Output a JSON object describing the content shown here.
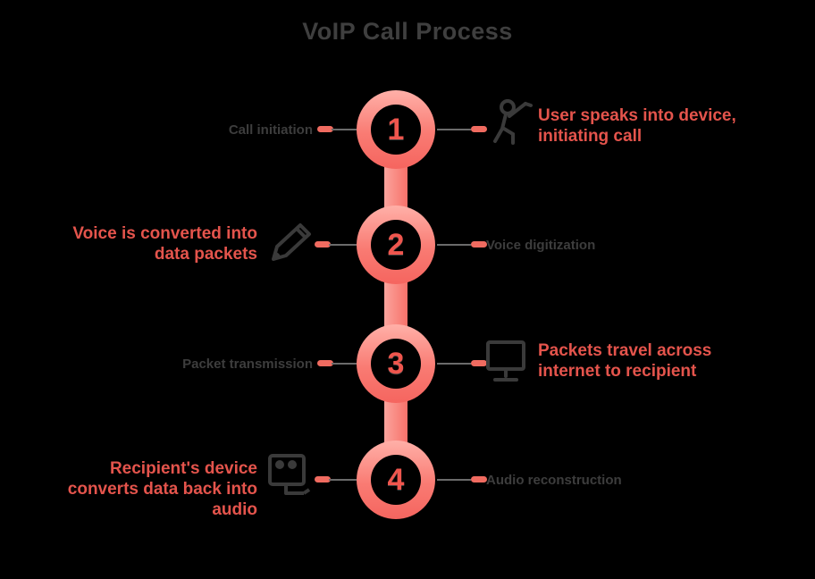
{
  "title": "VoIP Call Process",
  "colors": {
    "accent": "#f8746c",
    "accent_light": "#ffb0a8",
    "text_red": "#e4544c",
    "text_gray": "#3d3d3d",
    "background": "#000000"
  },
  "steps": [
    {
      "number": "1",
      "label": "Call initiation",
      "desc_lines": [
        "User speaks into device,",
        "initiating call"
      ],
      "icon": "person-speaking-icon"
    },
    {
      "number": "2",
      "label": "Voice digitization",
      "desc_lines": [
        "Voice is converted into",
        "data packets"
      ],
      "icon": "pencil-icon"
    },
    {
      "number": "3",
      "label": "Packet transmission",
      "desc_lines": [
        "Packets travel across",
        "internet to recipient"
      ],
      "icon": "monitor-icon"
    },
    {
      "number": "4",
      "label": "Audio reconstruction",
      "desc_lines": [
        "Recipient's device",
        "converts data back into",
        "audio"
      ],
      "icon": "audio-device-icon"
    }
  ]
}
